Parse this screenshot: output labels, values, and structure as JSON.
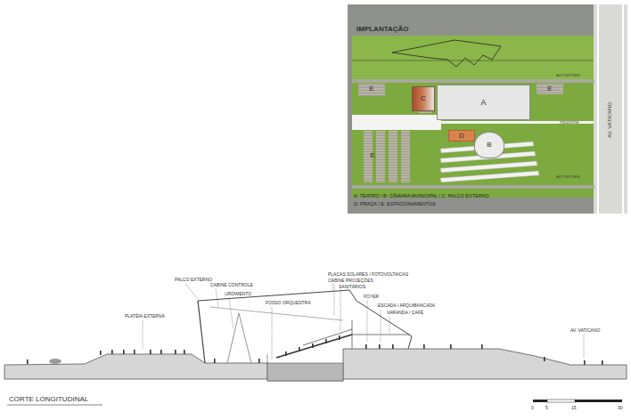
{
  "diagram": {
    "nodes": [
      {
        "text": [
          "IMPLANTAÇÃO"
        ]
      },
      {
        "text": [
          "A"
        ],
        "in": 0
      },
      {
        "text": [
          "C"
        ],
        "in": 0
      },
      {
        "text": [
          "B"
        ],
        "in": 0
      },
      {
        "text": [
          "D"
        ],
        "in": 0
      },
      {
        "text": [
          "E"
        ],
        "in": 0
      },
      {
        "text": [
          "E"
        ],
        "in": 0
      },
      {
        "text": [
          "E"
        ],
        "in": 0
      }
    ],
    "labels": [
      "A: TEATRO / B: CÂMARA MUNICIPAL / C: PALCO EXTERNO",
      "D: PRAÇA / E: ESTACIONAMENTOS",
      "AV. VATICANO",
      "AUTOMÓVEIS",
      "PEDESTRE",
      "AUTOMÓVEIS",
      "PLATÉIA EXTERNA",
      "PALCO EXTERNO",
      "CABINE CONTROLE",
      "URDIMENTO",
      "FOSSO ORQUESTRA",
      "PLACAS SOLARES / FOTOVOLTAICAS",
      "CABINE PROJEÇÕES",
      "SANITÁRIOS",
      "FOYER",
      "ESCADA / ARQUIBANCADA",
      "VARANDA / CAFÉ",
      "AV. VATICANO",
      "CORTE LONGITUDINAL",
      "0",
      "5",
      "15",
      "30"
    ]
  }
}
